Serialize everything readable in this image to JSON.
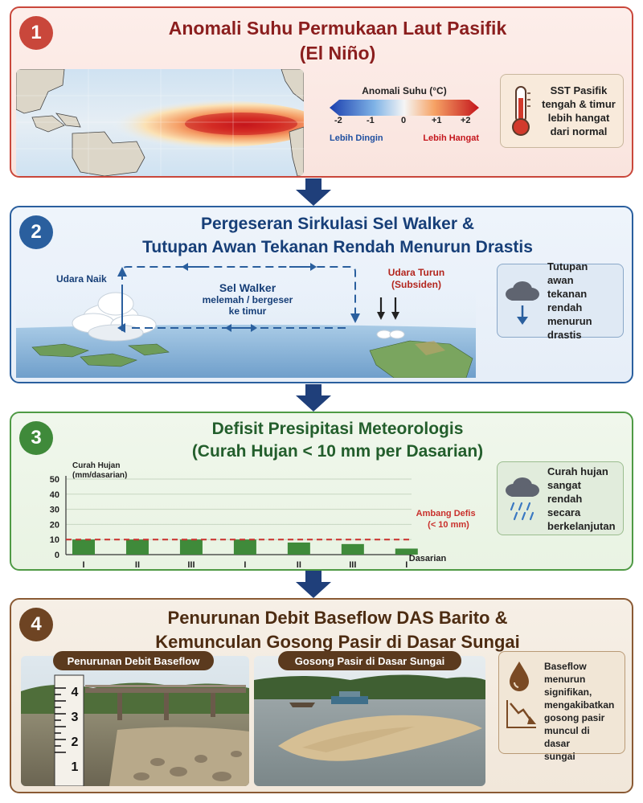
{
  "panel1": {
    "number": "1",
    "title_line1": "Anomali Suhu Permukaan Laut Pasifik",
    "title_line2": "(El Niño)",
    "legend": {
      "title": "Anomali Suhu (°C)",
      "ticks": [
        "-2",
        "-1",
        "0",
        "+1",
        "+2"
      ],
      "cold_label": "Lebih Dingin",
      "warm_label": "Lebih Hangat"
    },
    "note_lines": [
      "SST Pasifik",
      "tengah & timur",
      "lebih hangat",
      "dari normal"
    ],
    "note_icon": "thermometer-icon"
  },
  "panel2": {
    "number": "2",
    "title_line1": "Pergeseran Sirkulasi Sel Walker &",
    "title_line2": "Tutupan Awan Tekanan Rendah Menurun Drastis",
    "rising_label": "Udara Naik",
    "walker_lines": [
      "Sel Walker",
      "melemah / bergeser",
      "ke timur"
    ],
    "sinking_lines": [
      "Udara Turun",
      "(Subsiden)"
    ],
    "note_lines": [
      "Tutupan awan",
      "tekanan rendah",
      "menurun",
      "drastis"
    ],
    "note_icon": "cloud-down-icon"
  },
  "panel3": {
    "number": "3",
    "title_line1": "Defisit Presipitasi Meteorologis",
    "title_line2": "(Curah Hujan < 10 mm per Dasarian)",
    "note_lines": [
      "Curah hujan",
      "sangat rendah",
      "secara",
      "berkelanjutan"
    ],
    "note_icon": "rain-cloud-icon"
  },
  "panel4": {
    "number": "4",
    "title_line1": "Penurunan Debit Baseflow DAS Barito &",
    "title_line2": "Kemunculan Gosong Pasir di Dasar Sungai",
    "photo1_label": "Penurunan Debit Baseflow",
    "photo2_label": "Gosong Pasir di Dasar Sungai",
    "gauge_numbers": [
      "4",
      "3",
      "2",
      "1"
    ],
    "note_lines": [
      "Baseflow menurun",
      "signifikan,",
      "mengakibatkan",
      "gosong pasir",
      "muncul di dasar",
      "sungai"
    ],
    "note_icons": [
      "water-drop-icon",
      "declining-trend-icon"
    ]
  },
  "chart_data": {
    "type": "bar",
    "ylabel": "Curah Hujan (mm/dasarian)",
    "xlabel": "Dasarian",
    "ylim": [
      0,
      50
    ],
    "yticks": [
      0,
      10,
      20,
      30,
      40,
      50
    ],
    "categories": [
      "I",
      "II",
      "III",
      "I",
      "II",
      "III",
      "I"
    ],
    "values": [
      10,
      10,
      10,
      10,
      8,
      7,
      4
    ],
    "threshold": {
      "value": 10,
      "label_line1": "Ambang Defisit",
      "label_line2": "(< 10 mm)"
    },
    "bar_color": "#3f8a3a",
    "threshold_color": "#c9302c",
    "grid": true
  },
  "colors": {
    "panel1": "#c9473b",
    "panel2": "#2a5f9e",
    "panel3": "#4f9a45",
    "panel4": "#8a5a34",
    "arrow": "#1f3f7a"
  }
}
